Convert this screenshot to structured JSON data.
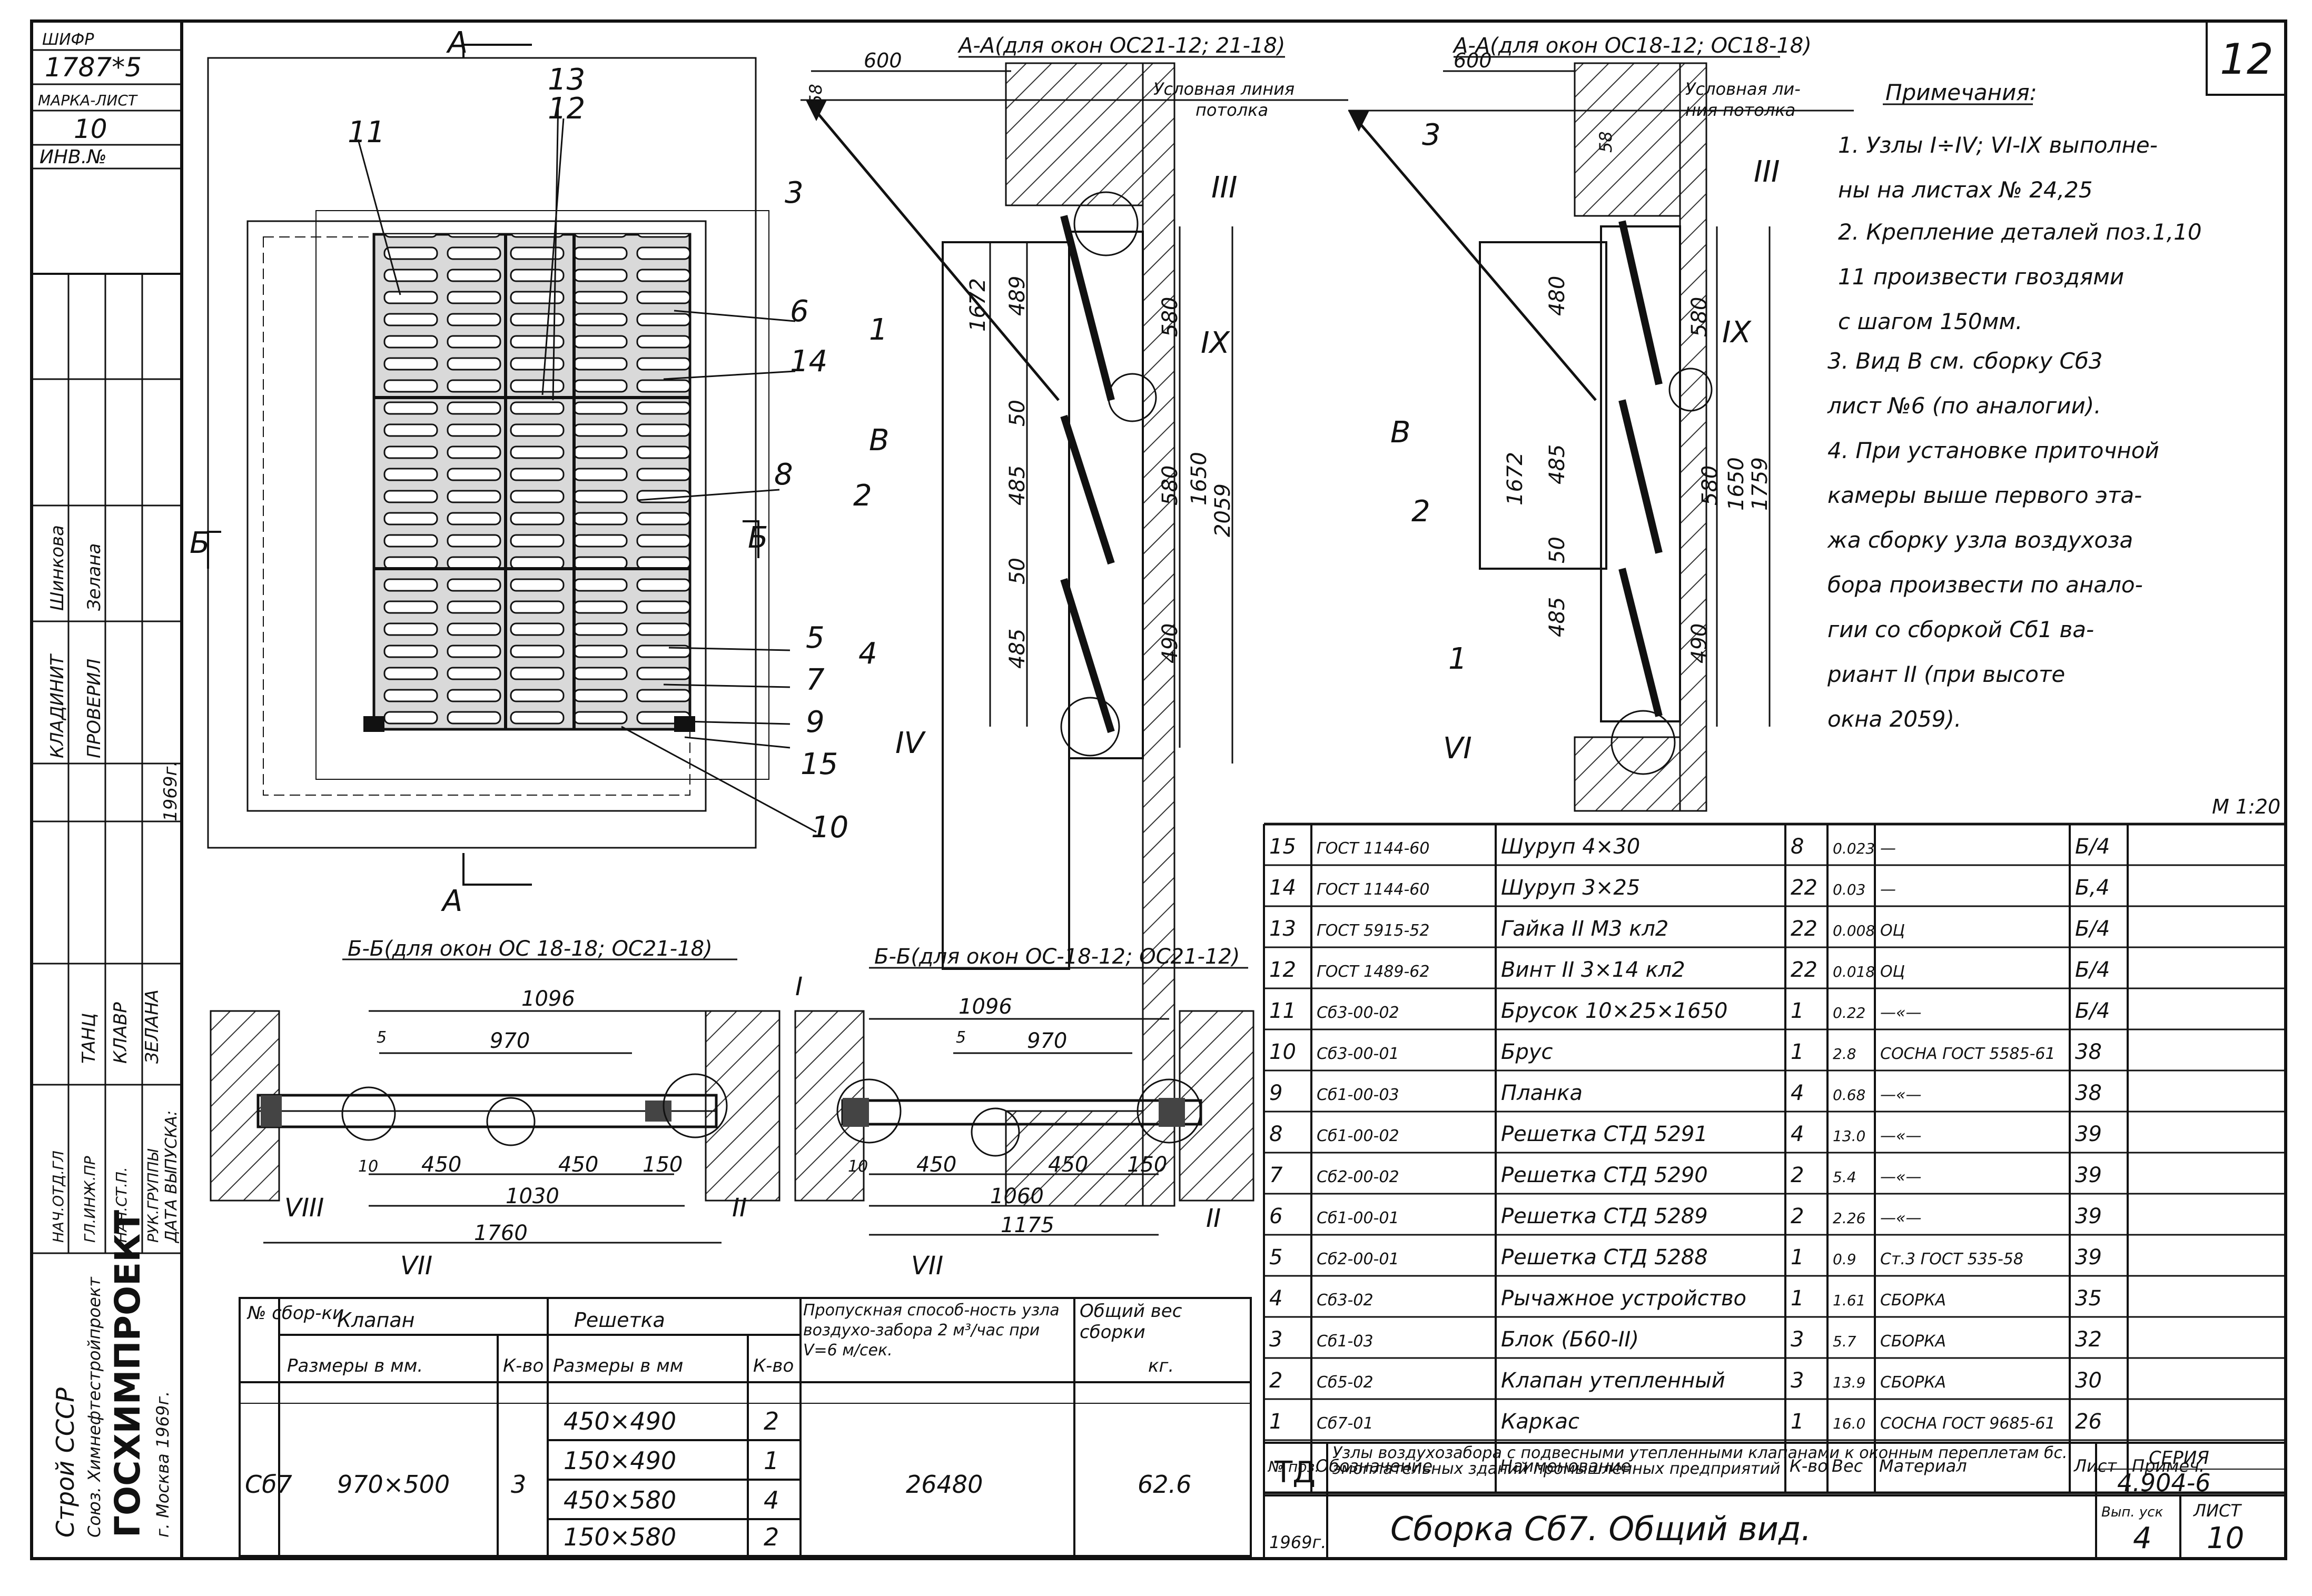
{
  "sheet": {
    "page_number": "12",
    "scale": "М 1:20"
  },
  "left_strip": {
    "cells": [
      {
        "id": "shifr_label",
        "text": "ШИФР"
      },
      {
        "id": "shifr_value",
        "text": "1787*5"
      },
      {
        "id": "marka_label",
        "text": "МАРКА-ЛИСТ"
      },
      {
        "id": "marka_value",
        "text": "10"
      },
      {
        "id": "inv_label",
        "text": "ИНВ.№"
      },
      {
        "id": "role1",
        "text": "КЛАДИНИТ"
      },
      {
        "id": "role2",
        "text": "ПРОВЕРИЛ"
      },
      {
        "id": "name1",
        "text": "Шинкова"
      },
      {
        "id": "name2",
        "text": "Зелана"
      },
      {
        "id": "role3",
        "text": "НАЧ.ОТД.ГЛ"
      },
      {
        "id": "role4",
        "text": "ГЛ.ИНЖ.ПР"
      },
      {
        "id": "role5",
        "text": "НАЧ.СТ.П."
      },
      {
        "id": "role6",
        "text": "РУК.ГРУППЫ"
      },
      {
        "id": "name3",
        "text": "ТАНЦ"
      },
      {
        "id": "name4",
        "text": "КЛАВР"
      },
      {
        "id": "name5",
        "text": "ЗЕЛАНА"
      },
      {
        "id": "date_label",
        "text": "ДАТА ВЫПУСКА:"
      },
      {
        "id": "year",
        "text": "1969г."
      }
    ],
    "org_line1": "Строй СССР",
    "org_line2": "Союз. Химнефтестройпроект",
    "org_name": "ГОСХИМПРОЕКТ",
    "org_city": "г. Москва 1969г."
  },
  "views": {
    "section_aa_1": "А-А(для окон ОС21-12; 21-18)",
    "section_aa_2": "А-А(для окон ОС18-12; ОС18-18)",
    "section_bb_1": "Б-Б(для окон ОС 18-18; ОС21-18)",
    "section_bb_2": "Б-Б(для окон ОС-18-12; ОС21-12)",
    "ceiling_line_1a": "Условная линия",
    "ceiling_line_1b": "потолка",
    "ceiling_line_2a": "Условная ли-",
    "ceiling_line_2b": "ния потолка",
    "cut_a": "А",
    "cut_b": "Б",
    "view_b": "В"
  },
  "dims": {
    "d600": "600",
    "d58": "58",
    "d489": "489",
    "d50": "50",
    "d485": "485",
    "d1672": "1672",
    "d580": "580",
    "d490": "490",
    "d1650": "1650",
    "d2059": "2059",
    "d1759": "1759",
    "d480": "480",
    "d1096": "1096",
    "d970": "970",
    "d5": "5",
    "d10": "10",
    "d450": "450",
    "d150": "150",
    "d1030": "1030",
    "d1060": "1060",
    "d1175": "1175",
    "d1760": "1760"
  },
  "callouts": {
    "c1": "1",
    "c2": "2",
    "c3": "3",
    "c4": "4",
    "c5": "5",
    "c6": "6",
    "c7": "7",
    "c8": "8",
    "c9": "9",
    "c10": "10",
    "c11": "11",
    "c12": "12",
    "c13": "13",
    "c14": "14",
    "c15": "15",
    "n1": "I",
    "n2": "II",
    "n3": "III",
    "n4": "IV",
    "n6": "VI",
    "n7": "VII",
    "n8": "VIII",
    "n9": "IX"
  },
  "notes": {
    "title": "Примечания:",
    "lines": [
      "1. Узлы I÷IV; VI-IX выполне-",
      "ны на листах № 24,25",
      "2. Крепление деталей поз.1,10",
      "11 произвести гвоздями",
      "с шагом 150мм.",
      "3. Вид В см. сборку Сб3",
      "лист №6 (по аналогии).",
      "4. При установке приточной",
      "камеры выше первого эта-",
      "жа сборку узла воздухоза",
      "бора произвести по анало-",
      "гии со сборкой Сб1 ва-",
      "риант II (при высоте",
      "окна 2059)."
    ]
  },
  "spec": {
    "headers": {
      "pos": "№ поз.",
      "designation": "Обозначение",
      "name": "Наименование",
      "qty": "К-во",
      "weight": "Вес",
      "material": "Материал",
      "sheet": "Лист",
      "note": "Примеч."
    },
    "rows": [
      {
        "pos": "15",
        "des": "ГОСТ 1144-60",
        "name": "Шуруп 4×30",
        "qty": "8",
        "w": "0.023",
        "mat": "—",
        "sheet": "Б/4",
        "note": ""
      },
      {
        "pos": "14",
        "des": "ГОСТ 1144-60",
        "name": "Шуруп 3×25",
        "qty": "22",
        "w": "0.03",
        "mat": "—",
        "sheet": "Б,4",
        "note": ""
      },
      {
        "pos": "13",
        "des": "ГОСТ 5915-52",
        "name": "Гайка II М3 кл2",
        "qty": "22",
        "w": "0.008",
        "mat": "ОЦ",
        "sheet": "Б/4",
        "note": ""
      },
      {
        "pos": "12",
        "des": "ГОСТ 1489-62",
        "name": "Винт II 3×14 кл2",
        "qty": "22",
        "w": "0.018",
        "mat": "ОЦ",
        "sheet": "Б/4",
        "note": ""
      },
      {
        "pos": "11",
        "des": "Сб3-00-02",
        "name": "Брусок 10×25×1650",
        "qty": "1",
        "w": "0.22",
        "mat": "—«—",
        "sheet": "Б/4",
        "note": ""
      },
      {
        "pos": "10",
        "des": "Сб3-00-01",
        "name": "Брус",
        "qty": "1",
        "w": "2.8",
        "mat": "СОСНА ГОСТ 5585-61",
        "sheet": "38",
        "note": ""
      },
      {
        "pos": "9",
        "des": "Сб1-00-03",
        "name": "Планка",
        "qty": "4",
        "w": "0.68",
        "mat": "—«—",
        "sheet": "38",
        "note": ""
      },
      {
        "pos": "8",
        "des": "Сб1-00-02",
        "name": "Решетка СТД 5291",
        "qty": "4",
        "w": "13.0",
        "mat": "—«—",
        "sheet": "39",
        "note": ""
      },
      {
        "pos": "7",
        "des": "Сб2-00-02",
        "name": "Решетка СТД 5290",
        "qty": "2",
        "w": "5.4",
        "mat": "—«—",
        "sheet": "39",
        "note": ""
      },
      {
        "pos": "6",
        "des": "Сб1-00-01",
        "name": "Решетка СТД 5289",
        "qty": "2",
        "w": "2.26",
        "mat": "—«—",
        "sheet": "39",
        "note": ""
      },
      {
        "pos": "5",
        "des": "Сб2-00-01",
        "name": "Решетка СТД 5288",
        "qty": "1",
        "w": "0.9",
        "mat": "Ст.3 ГОСТ 535-58",
        "sheet": "39",
        "note": ""
      },
      {
        "pos": "4",
        "des": "Сб3-02",
        "name": "Рычажное устройство",
        "qty": "1",
        "w": "1.61",
        "mat": "СБОРКА",
        "sheet": "35",
        "note": ""
      },
      {
        "pos": "3",
        "des": "Сб1-03",
        "name": "Блок (Б60-II)",
        "qty": "3",
        "w": "5.7",
        "mat": "СБОРКА",
        "sheet": "32",
        "note": ""
      },
      {
        "pos": "2",
        "des": "Сб5-02",
        "name": "Клапан утепленный",
        "qty": "3",
        "w": "13.9",
        "mat": "СБОРКА",
        "sheet": "30",
        "note": ""
      },
      {
        "pos": "1",
        "des": "Сб7-01",
        "name": "Каркас",
        "qty": "1",
        "w": "16.0",
        "mat": "СОСНА ГОСТ 9685-61",
        "sheet": "26",
        "note": ""
      }
    ]
  },
  "assembly_table": {
    "h_no": "№ сбор-ки",
    "h_valve": "Клапан",
    "h_grille": "Решетка",
    "h_capacity": "Пропускная способ-ность узла воздухо-забора 2 м³/час при V=6 м/сек.",
    "h_weight": "Общий вес сборки",
    "h_sizes": "Размеры в мм.",
    "h_qty": "К-во",
    "h_grille_sizes": "Размеры в мм",
    "h_grille_qty": "К-во",
    "h_weight_unit": "кг.",
    "no": "Сб7",
    "valve_size": "970×500",
    "valve_qty": "3",
    "grilles": [
      {
        "size": "450×490",
        "qty": "2"
      },
      {
        "size": "150×490",
        "qty": "1"
      },
      {
        "size": "450×580",
        "qty": "4"
      },
      {
        "size": "150×580",
        "qty": "2"
      }
    ],
    "capacity": "26480",
    "weight": "62.6"
  },
  "title_block": {
    "td": "ТД",
    "desc": "Узлы воздухозабора с подвесными утепленными клапанами к оконным переплетам бс. эмоплательных зданий промышленных предприятий",
    "series_label": "СЕРИЯ",
    "series_value": "4.904-6",
    "year": "1969г.",
    "sheet_title": "Сборка Сб7. Общий вид.",
    "issue_label": "Вып. уск",
    "issue_value": "4",
    "sheet_label": "ЛИСТ",
    "sheet_value": "10"
  }
}
